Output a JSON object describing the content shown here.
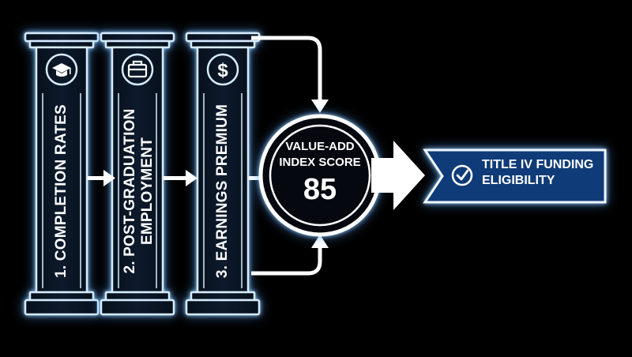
{
  "pillars": [
    {
      "label_line1": "1. COMPLETION RATES",
      "label_line2": "",
      "icon": "graduation-cap-icon"
    },
    {
      "label_line1": "2. POST-GRADUATION",
      "label_line2": "EMPLOYMENT",
      "icon": "briefcase-icon"
    },
    {
      "label_line1": "3. EARNINGS PREMIUM",
      "label_line2": "",
      "icon": "dollar-icon"
    }
  ],
  "score": {
    "title": "VALUE-ADD INDEX SCORE",
    "value": "85"
  },
  "result": {
    "label": "TITLE IV FUNDING ELIGIBILITY",
    "icon": "check-circle-icon"
  },
  "colors": {
    "background": "#000000",
    "outline": "#cfe8ff",
    "glow": "#4aa3ff",
    "banner": "#0f3b78",
    "arrow": "#ffffff"
  }
}
